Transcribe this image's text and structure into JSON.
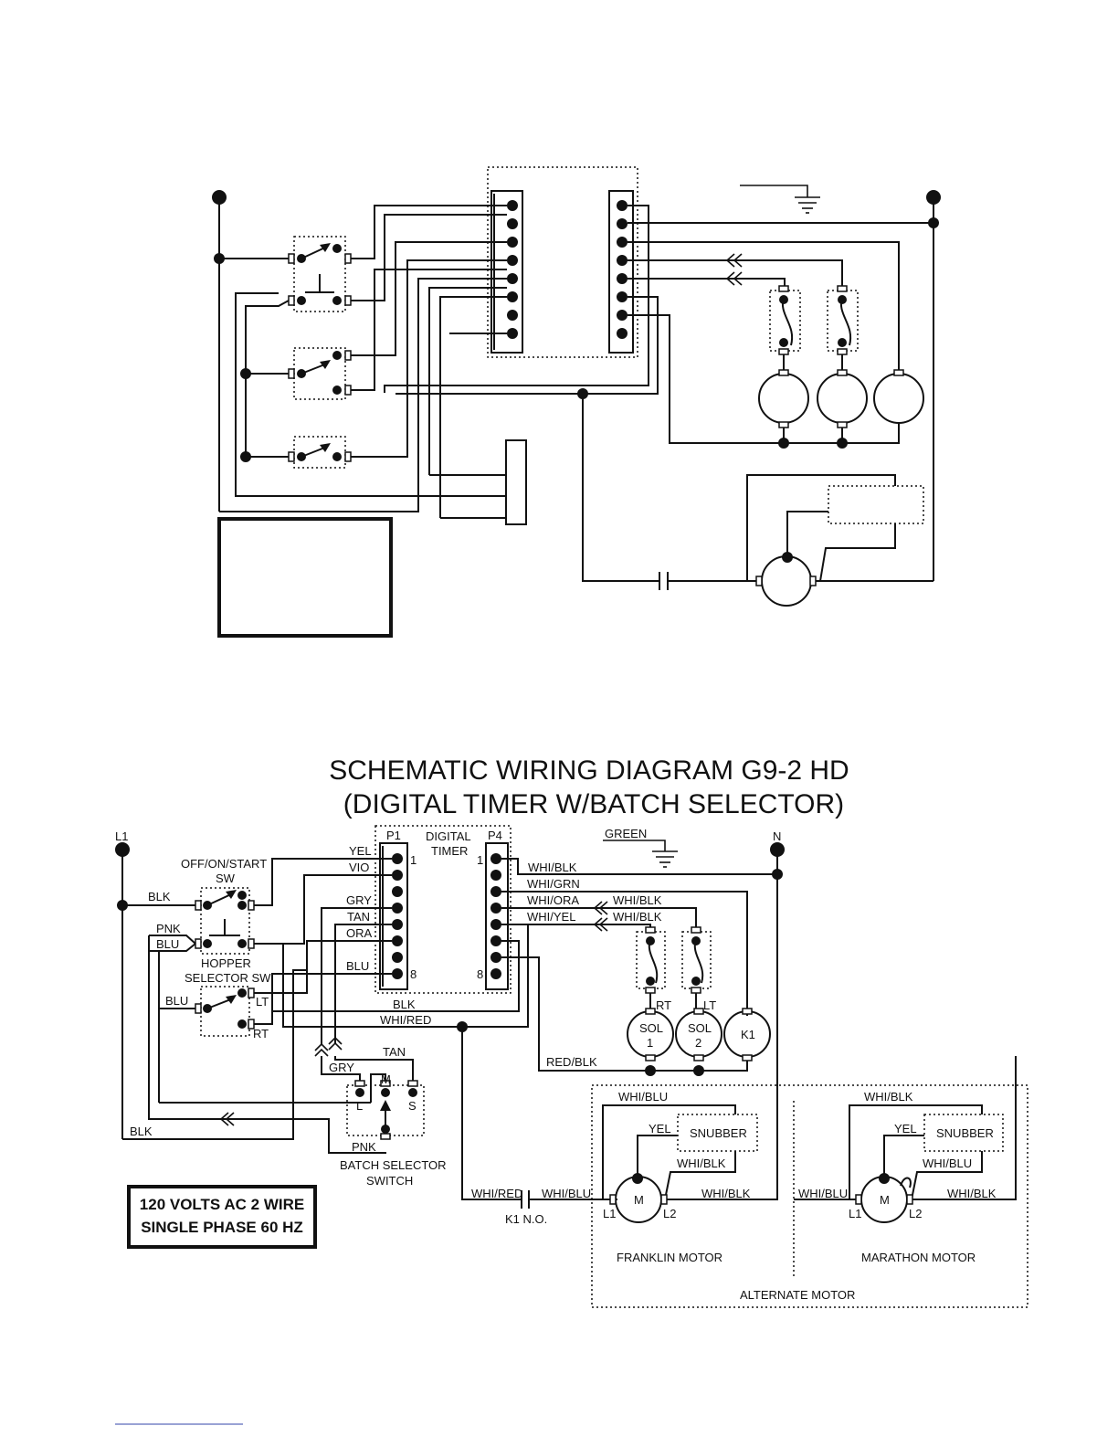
{
  "title_line1": "SCHEMATIC WIRING DIAGRAM G9-2 HD",
  "title_line2": "(DIGITAL TIMER W/BATCH SELECTOR)",
  "labels": {
    "l1": "L1",
    "n": "N",
    "off_on_start": "OFF/ON/START",
    "sw": "SW",
    "blk": "BLK",
    "pnk": "PNK",
    "blu": "BLU",
    "hopper": "HOPPER",
    "selector_sw": "SELECTOR SW",
    "lt": "LT",
    "rt": "RT",
    "digital": "DIGITAL",
    "timer": "TIMER",
    "p1": "P1",
    "p4": "P4",
    "one": "1",
    "eight": "8",
    "yel": "YEL",
    "vio": "VIO",
    "gry": "GRY",
    "tan": "TAN",
    "ora": "ORA",
    "whi_red": "WHI/RED",
    "green": "GREEN",
    "whi_blk": "WHI/BLK",
    "whi_grn": "WHI/GRN",
    "whi_ora": "WHI/ORA",
    "whi_yel": "WHI/YEL",
    "sol": "SOL",
    "two": "2",
    "k1": "K1",
    "red_blk": "RED/BLK",
    "m": "M",
    "l": "L",
    "s": "S",
    "batch_selector": "BATCH SELECTOR",
    "switch": "SWITCH",
    "whi_blu": "WHI/BLU",
    "snubber": "SNUBBER",
    "k1_no": "K1 N.O.",
    "l2": "L2",
    "franklin": "FRANKLIN  MOTOR",
    "marathon": "MARATHON  MOTOR",
    "alternate": "ALTERNATE  MOTOR",
    "volts_line1": "120 VOLTS AC 2 WIRE",
    "volts_line2": "SINGLE PHASE 60 HZ"
  }
}
